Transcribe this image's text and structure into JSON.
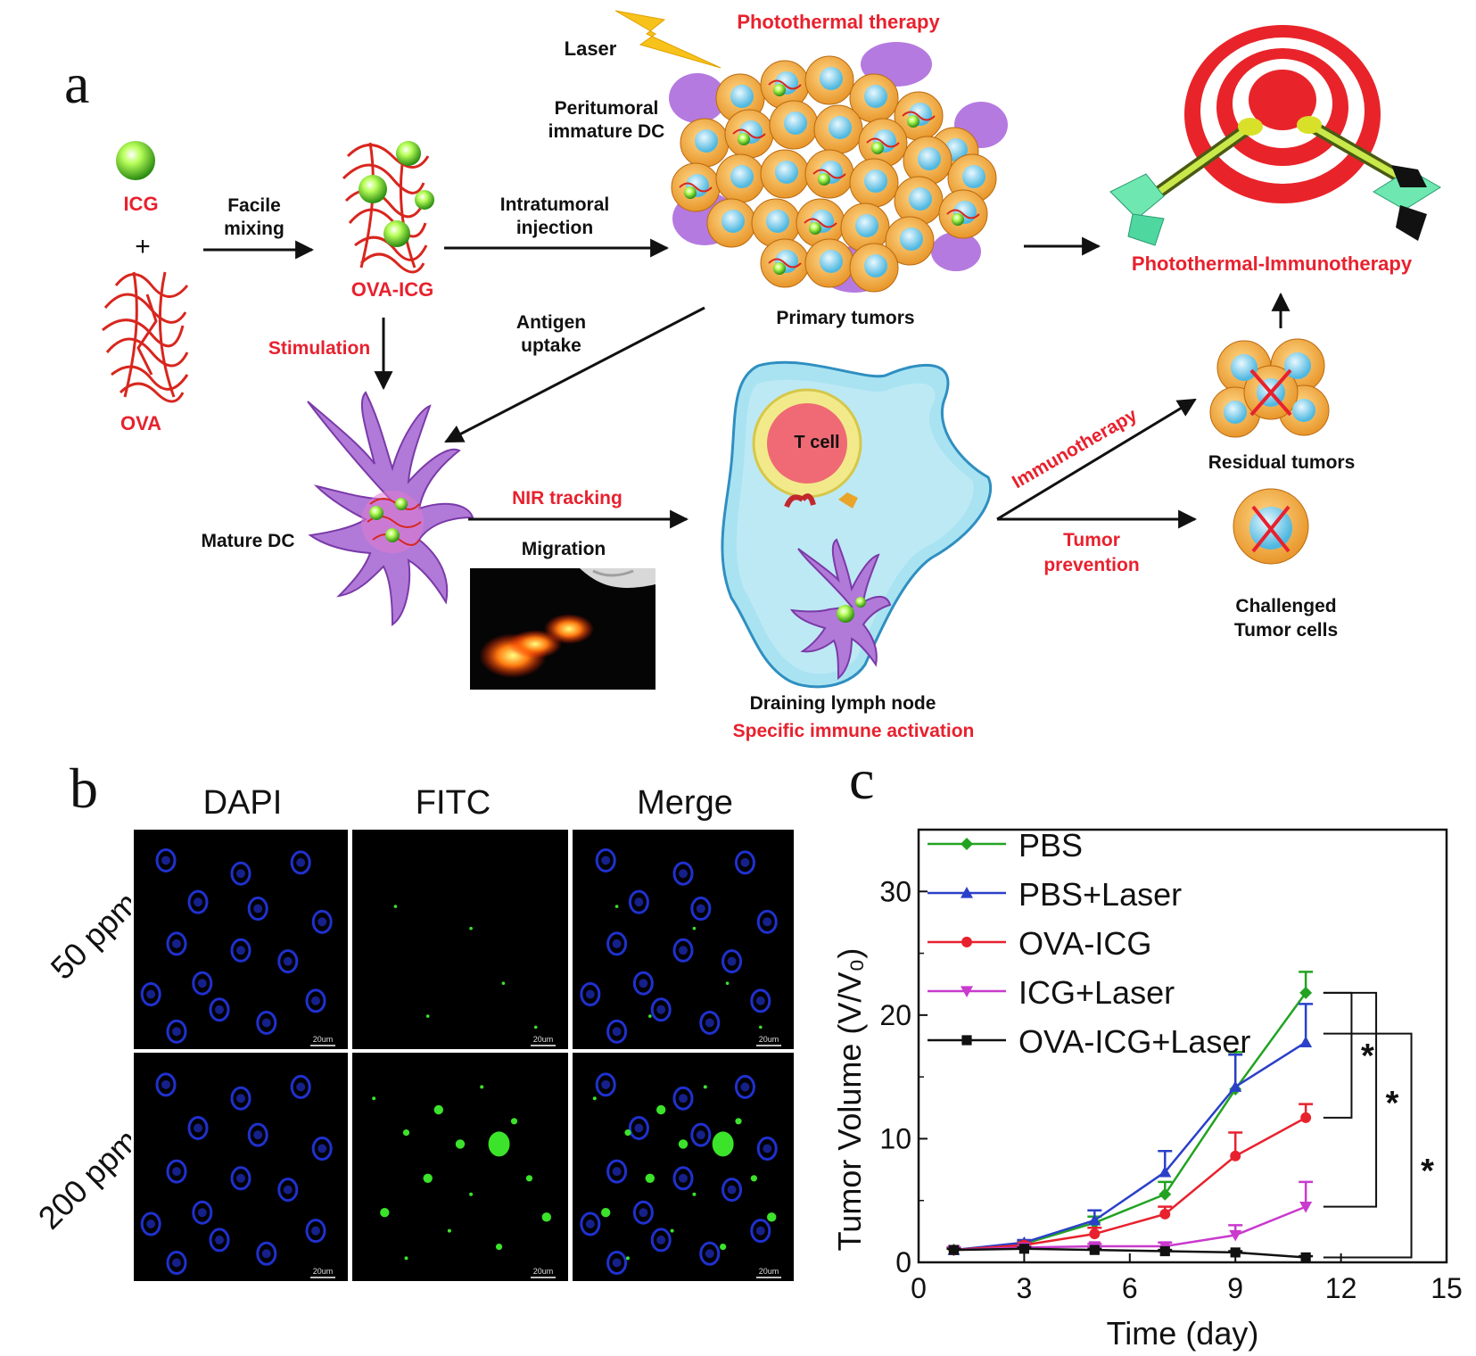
{
  "panel_a": {
    "label": "a",
    "icg": "ICG",
    "plus": "+",
    "ova": "OVA",
    "facile_mixing": [
      "Facile",
      "mixing"
    ],
    "ova_icg": "OVA-ICG",
    "intratumoral_injection": [
      "Intratumoral",
      "injection"
    ],
    "laser": "Laser",
    "photothermal_therapy": "Photothermal therapy",
    "peritumoral_dc": [
      "Peritumoral",
      "immature DC"
    ],
    "primary_tumors": "Primary tumors",
    "photothermal_immunotherapy": "Photothermal-Immunotherapy",
    "stimulation": "Stimulation",
    "antigen_uptake": [
      "Antigen",
      "uptake"
    ],
    "mature_dc": "Mature DC",
    "nir_tracking": "NIR tracking",
    "migration": "Migration",
    "t_cell": "T cell",
    "draining_lymph_node": "Draining lymph node",
    "specific_immune_activation": "Specific immune activation",
    "immunotherapy": "Immunotherapy",
    "tumor_prevention": [
      "Tumor",
      "prevention"
    ],
    "residual_tumors": "Residual tumors",
    "challenged_tumor_cells": [
      "Challenged",
      "Tumor cells"
    ],
    "colors": {
      "red_text": "#e8212e",
      "dark_text": "#111111",
      "dc_purple": "#a36ad1",
      "tumor_orange": "#f0a845"
    }
  },
  "panel_b": {
    "label": "b",
    "columns": [
      "DAPI",
      "FITC",
      "Merge"
    ],
    "rows": [
      "50 ppm",
      "200 ppm"
    ],
    "scale_bar": "20um",
    "colors": {
      "dapi": "#2436e6",
      "fitc": "#3be32a"
    }
  },
  "panel_c": {
    "label": "c"
  },
  "chart_data": {
    "type": "line",
    "title": "",
    "xlabel": "Time (day)",
    "ylabel": "Tumor Volume  (V/V₀)",
    "xlim": [
      0,
      15
    ],
    "ylim": [
      0,
      35
    ],
    "xticks": [
      0,
      3,
      6,
      9,
      12,
      15
    ],
    "yticks": [
      0,
      10,
      20,
      30
    ],
    "grid": false,
    "legend_position": "top-left",
    "x": [
      1,
      3,
      5,
      7,
      9,
      11
    ],
    "series": [
      {
        "name": "PBS",
        "color": "#22a322",
        "marker": "diamond",
        "values": [
          1.0,
          1.5,
          3.2,
          5.5,
          14.0,
          21.8
        ],
        "errors": [
          0.2,
          0.2,
          0.5,
          1.0,
          3.0,
          1.7
        ]
      },
      {
        "name": "PBS+Laser",
        "color": "#2b40c9",
        "marker": "triangle-up",
        "values": [
          1.0,
          1.6,
          3.4,
          7.3,
          14.2,
          17.8
        ],
        "errors": [
          0.2,
          0.2,
          0.8,
          1.7,
          2.6,
          3.1
        ]
      },
      {
        "name": "OVA-ICG",
        "color": "#e8212e",
        "marker": "circle",
        "values": [
          1.0,
          1.4,
          2.3,
          3.9,
          8.6,
          11.7
        ],
        "errors": [
          0.2,
          0.2,
          0.5,
          0.6,
          1.9,
          1.1
        ]
      },
      {
        "name": "ICG+Laser",
        "color": "#c93acd",
        "marker": "triangle-down",
        "values": [
          1.0,
          1.2,
          1.3,
          1.3,
          2.2,
          4.5
        ],
        "errors": [
          0.2,
          0.1,
          0.2,
          0.3,
          0.8,
          2.0
        ]
      },
      {
        "name": "OVA-ICG+Laser",
        "color": "#111111",
        "marker": "square",
        "values": [
          1.0,
          1.1,
          1.0,
          0.9,
          0.8,
          0.4
        ],
        "errors": [
          0.1,
          0.1,
          0.1,
          0.1,
          0.1,
          0.1
        ]
      }
    ],
    "annotations": [
      "*",
      "*",
      "*"
    ]
  }
}
